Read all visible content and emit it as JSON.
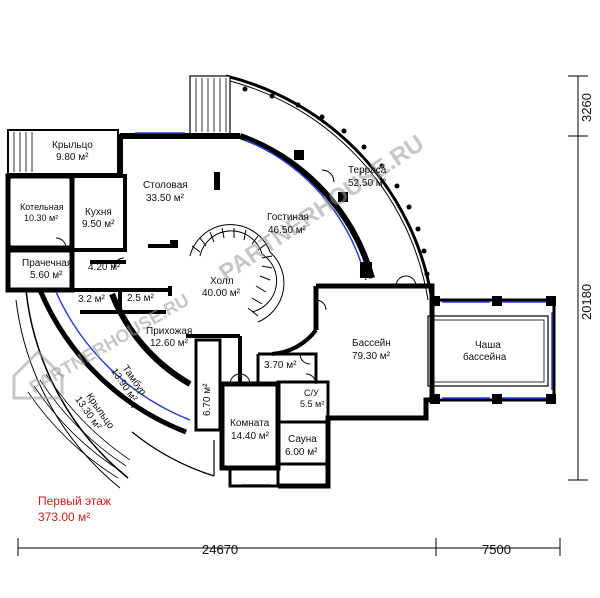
{
  "floor": {
    "name": "Первый этаж",
    "area": "373.00 м²"
  },
  "dimensions": {
    "width_left": "24670",
    "width_right": "7500",
    "height_main": "20180",
    "height_top": "3260"
  },
  "rooms": [
    {
      "id": "krylco-top",
      "name": "Крыльцо",
      "area": "9.80 м²"
    },
    {
      "id": "kotelnaya",
      "name": "Котельная",
      "area": "10.30 м²"
    },
    {
      "id": "kuhnya",
      "name": "Кухня",
      "area": "9.50 м²"
    },
    {
      "id": "stolovaya",
      "name": "Столовая",
      "area": "33.50 м²"
    },
    {
      "id": "gostinaya",
      "name": "Гостиная",
      "area": "46.50 м²"
    },
    {
      "id": "terrasa",
      "name": "Терраса",
      "area": "52.50 м²"
    },
    {
      "id": "prachechnaya",
      "name": "Прачечная",
      "area": "5.60 м²"
    },
    {
      "id": "small-420",
      "name": "",
      "area": "4.20 м²"
    },
    {
      "id": "small-32",
      "name": "",
      "area": "3.2 м²"
    },
    {
      "id": "small-25",
      "name": "",
      "area": "2.5 м²"
    },
    {
      "id": "holl",
      "name": "Холл",
      "area": "40.00 м²"
    },
    {
      "id": "prihozhaya",
      "name": "Прихожая",
      "area": "12.60 м²"
    },
    {
      "id": "tambur",
      "name": "Тамбур",
      "area": "13.90 м²"
    },
    {
      "id": "krylco-left",
      "name": "Крыльцо",
      "area": "13.30 м²"
    },
    {
      "id": "small-670",
      "name": "",
      "area": "6.70 м²"
    },
    {
      "id": "komnata",
      "name": "Комната",
      "area": "14.40 м²"
    },
    {
      "id": "small-370",
      "name": "",
      "area": "3.70 м²"
    },
    {
      "id": "su",
      "name": "С/У",
      "area": "5.5 м²"
    },
    {
      "id": "sauna",
      "name": "Сауна",
      "area": "6.00 м²"
    },
    {
      "id": "bassein",
      "name": "Бассейн",
      "area": "79.30 м²"
    },
    {
      "id": "chasha",
      "name": "Чаша",
      "area": "бассейна"
    }
  ],
  "watermark": "PARTNERHOUSE.RU",
  "colors": {
    "wall": "#000000",
    "window": "#2b3fcf",
    "text_red": "#d21a1a",
    "watermark": "#9a9a9a"
  }
}
